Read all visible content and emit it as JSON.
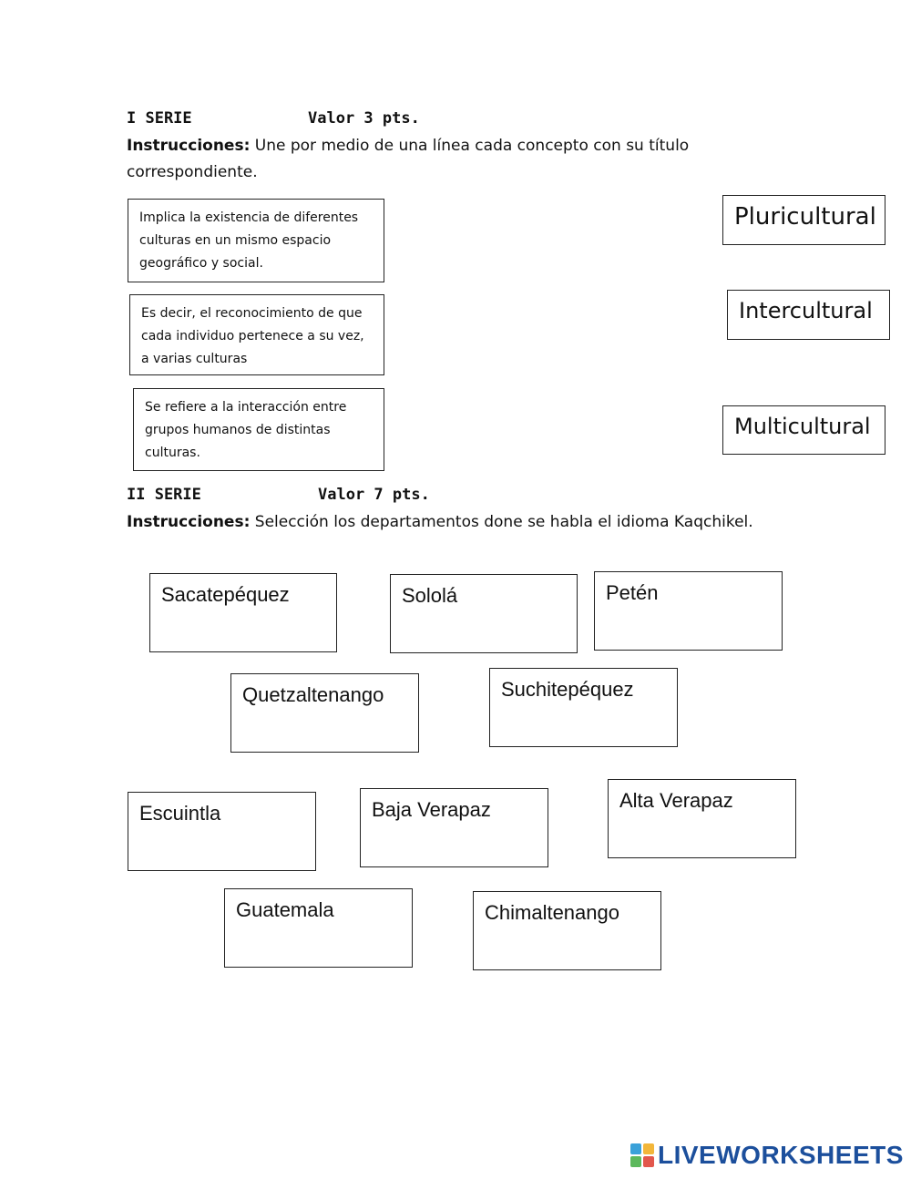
{
  "serie1": {
    "label": "I SERIE",
    "value": "Valor 3 pts.",
    "instr_label": "Instrucciones:",
    "instr_line1": "Une por medio de una línea cada concepto con su título",
    "instr_line2": "correspondiente."
  },
  "concepts": [
    "Implica la existencia de diferentes culturas en un mismo espacio geográfico y social.",
    "Es decir, el reconocimiento de que cada individuo pertenece a su vez, a varias culturas",
    "Se refiere a la interacción entre grupos humanos de distintas culturas."
  ],
  "titles": [
    "Pluricultural",
    "Intercultural",
    "Multicultural"
  ],
  "serie2": {
    "label": "II SERIE",
    "value": "Valor 7 pts.",
    "instr_label": "Instrucciones:",
    "instr_text": "Selección los departamentos done se habla el idioma Kaqchikel."
  },
  "departments": [
    "Sacatepéquez",
    "Sololá",
    "Petén",
    "Quetzaltenango",
    "Suchitepéquez",
    "Escuintla",
    "Baja Verapaz",
    "Alta Verapaz",
    "Guatemala",
    "Chimaltenango"
  ],
  "footer": {
    "logo_text": "LIVEWORKSHEETS",
    "logo_colors": [
      "#3aa1d9",
      "#f2b63a",
      "#5cb85c",
      "#e2574c"
    ],
    "brand_color": "#1c4f9c"
  }
}
